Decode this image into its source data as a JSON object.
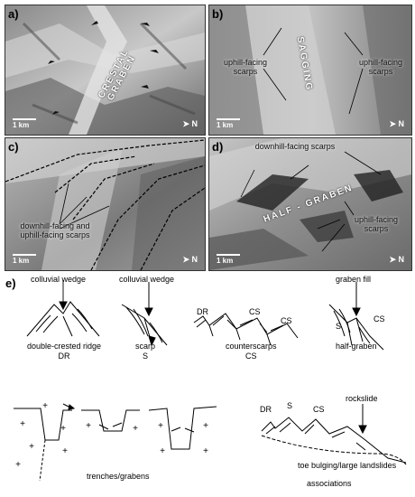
{
  "panels": {
    "a": {
      "label": "a)",
      "text": "CRESTAL GRABEN",
      "scale": "1 km",
      "north": "N"
    },
    "b": {
      "label": "b)",
      "text": "SAGGING",
      "left_note": "uphill-facing scarps",
      "right_note": "uphill-facing scarps",
      "scale": "1 km",
      "north": "N"
    },
    "c": {
      "label": "c)",
      "note": "downhill-facing and uphill-facing scarps",
      "scale": "1 km",
      "north": "N"
    },
    "d": {
      "label": "d)",
      "text": "HALF - GRABEN",
      "top_note": "downhill-facing scarps",
      "right_note": "uphill-facing scarps",
      "scale": "1 km",
      "north": "N"
    }
  },
  "sketches": {
    "label": "e)",
    "s1": {
      "top": "colluvial wedge",
      "caption": "double-crested ridge",
      "abbr": "DR"
    },
    "s2": {
      "top": "colluvial wedge",
      "caption": "scarp",
      "abbr": "S"
    },
    "s3": {
      "dr": "DR",
      "cs1": "CS",
      "cs2": "CS",
      "caption": "counterscarps",
      "abbr": "CS"
    },
    "s4": {
      "top": "graben fill",
      "s": "S",
      "cs": "CS",
      "caption": "half-graben"
    },
    "s5": {
      "caption": "trenches/grabens"
    },
    "s6": {
      "dr": "DR",
      "s": "S",
      "cs": "CS",
      "rock": "rockslide",
      "toe": "toe bulging/large landslides",
      "caption": "associations"
    }
  }
}
